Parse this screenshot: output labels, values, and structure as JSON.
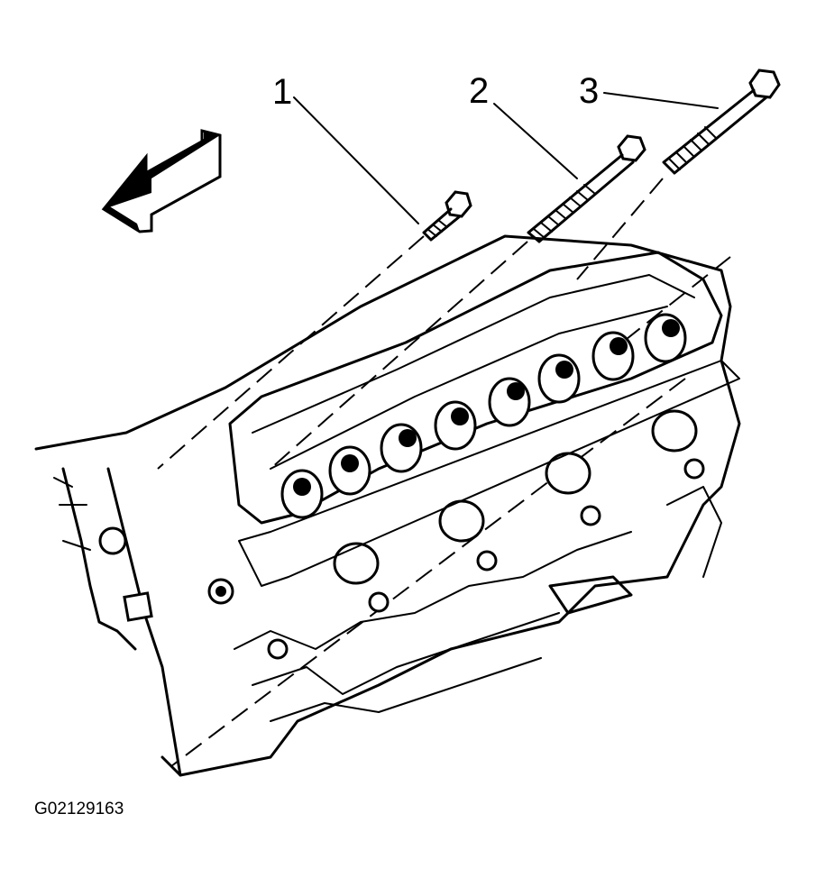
{
  "diagram": {
    "callouts": [
      {
        "label": "1"
      },
      {
        "label": "2"
      },
      {
        "label": "3"
      }
    ],
    "figure_id": "G02129163"
  }
}
